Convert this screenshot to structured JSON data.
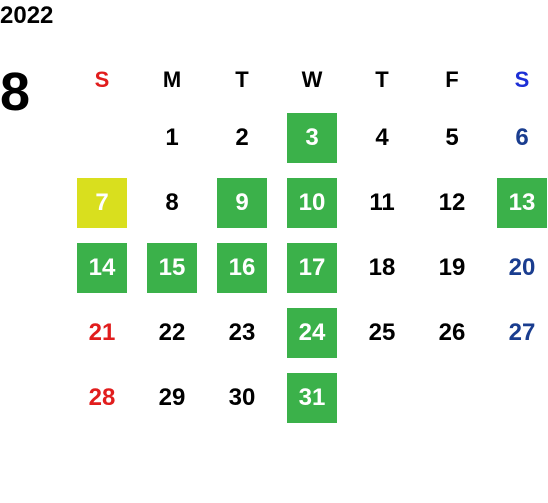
{
  "year": "2022",
  "month": "8",
  "colors": {
    "sunday": "#e11d1d",
    "saturday": "#1a3d8f",
    "saturday_header": "#1d2fd6",
    "weekday": "#000000",
    "highlight_green": "#3bb14a",
    "highlight_yellow": "#d9df1e",
    "highlight_text": "#ffffff"
  },
  "weekdays": [
    "S",
    "M",
    "T",
    "W",
    "T",
    "F",
    "S"
  ],
  "weeks": [
    [
      {
        "day": ""
      },
      {
        "day": "1"
      },
      {
        "day": "2"
      },
      {
        "day": "3",
        "highlight": "green"
      },
      {
        "day": "4"
      },
      {
        "day": "5"
      },
      {
        "day": "6"
      }
    ],
    [
      {
        "day": "7",
        "highlight": "yellow"
      },
      {
        "day": "8"
      },
      {
        "day": "9",
        "highlight": "green"
      },
      {
        "day": "10",
        "highlight": "green"
      },
      {
        "day": "11"
      },
      {
        "day": "12"
      },
      {
        "day": "13",
        "highlight": "green"
      }
    ],
    [
      {
        "day": "14",
        "highlight": "green"
      },
      {
        "day": "15",
        "highlight": "green"
      },
      {
        "day": "16",
        "highlight": "green"
      },
      {
        "day": "17",
        "highlight": "green"
      },
      {
        "day": "18"
      },
      {
        "day": "19"
      },
      {
        "day": "20"
      }
    ],
    [
      {
        "day": "21"
      },
      {
        "day": "22"
      },
      {
        "day": "23"
      },
      {
        "day": "24",
        "highlight": "green"
      },
      {
        "day": "25"
      },
      {
        "day": "26"
      },
      {
        "day": "27"
      }
    ],
    [
      {
        "day": "28"
      },
      {
        "day": "29"
      },
      {
        "day": "30"
      },
      {
        "day": "31",
        "highlight": "green"
      },
      {
        "day": ""
      },
      {
        "day": ""
      },
      {
        "day": ""
      }
    ]
  ]
}
